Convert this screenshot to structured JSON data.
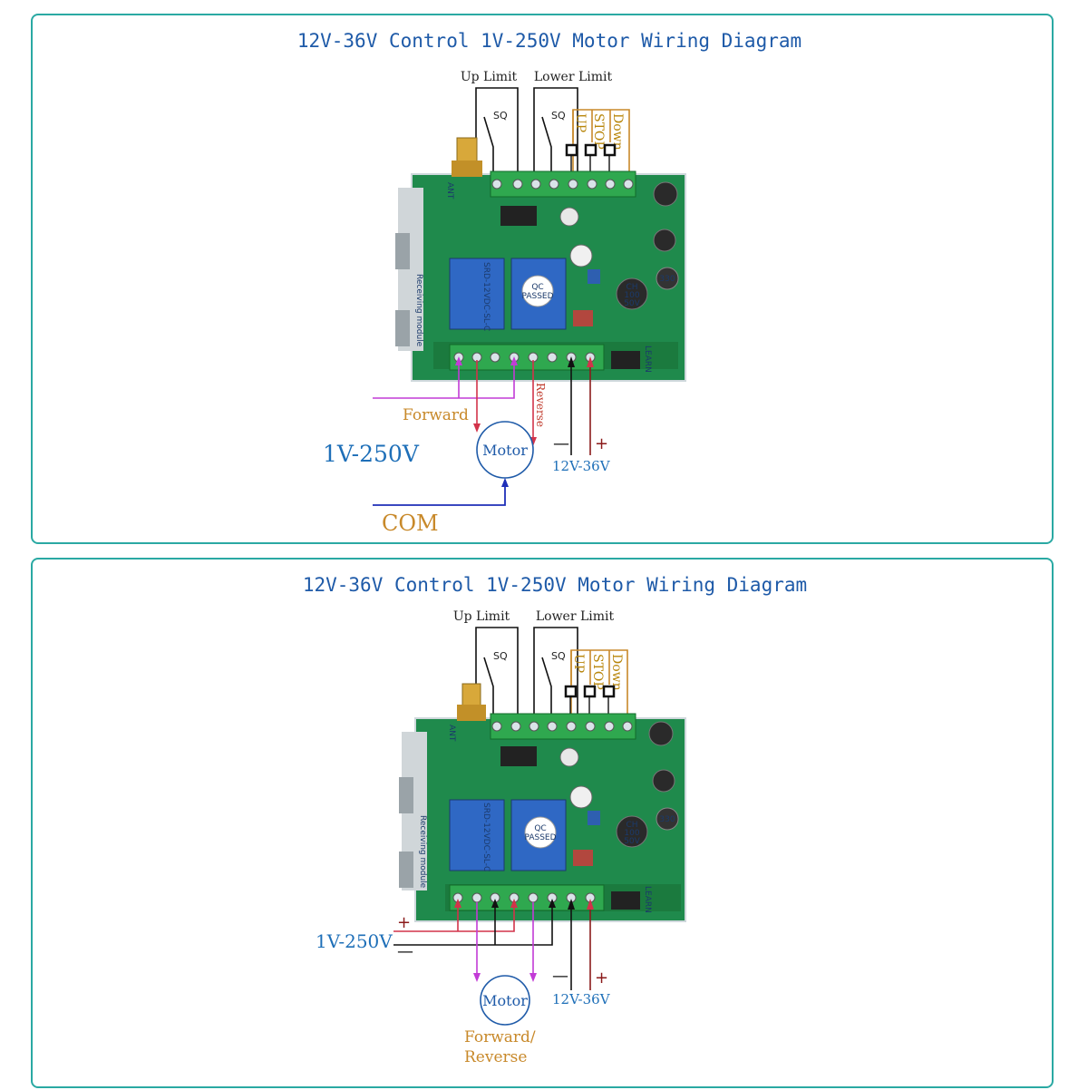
{
  "colors": {
    "border": "#2aa9a3",
    "title": "#1e5aa8",
    "orange": "#c8892a",
    "pcb_green": "#1f8a4c",
    "relay_blue": "#2f68c4",
    "magenta": "#c23bd6",
    "red": "#d2334a",
    "dark_red": "#8b1a1a",
    "blue_wire": "#1f2fb8",
    "black": "#111111"
  },
  "top": {
    "title": "12V-36V Control 1V-250V Motor Wiring Diagram",
    "up_limit": "Up Limit",
    "lower_limit": "Lower Limit",
    "sq_1": "SQ",
    "sq_2": "SQ",
    "btn_up": "UP",
    "btn_stop": "STOP",
    "btn_down": "Down",
    "forward": "Forward",
    "reverse": "Reverse",
    "motor": "Motor",
    "ac_voltage": "1V-250V",
    "com": "COM",
    "dc_minus": "—",
    "dc_plus": "+",
    "dc_voltage": "12V-36V"
  },
  "bottom": {
    "title": "12V-36V Control 1V-250V Motor Wiring Diagram",
    "up_limit": "Up Limit",
    "lower_limit": "Lower Limit",
    "sq_1": "SQ",
    "sq_2": "SQ",
    "btn_up": "UP",
    "btn_stop": "STOP",
    "btn_down": "Down",
    "ac_plus": "+",
    "ac_minus": "—",
    "ac_voltage": "1V-250V",
    "motor": "Motor",
    "forward_reverse_1": "Forward/",
    "forward_reverse_2": "Reverse",
    "dc_minus": "—",
    "dc_plus": "+",
    "dc_voltage": "12V-36V"
  },
  "board": {
    "qc_1": "QC",
    "qc_2": "PASSED",
    "cap_1": "CH",
    "cap_2": "100",
    "cap_3": "50V",
    "inductor": "330",
    "module": "Receiving module",
    "ant": "ANT",
    "learn": "LEARN",
    "relay_marking": "SRD-12VDC-SL-C"
  }
}
